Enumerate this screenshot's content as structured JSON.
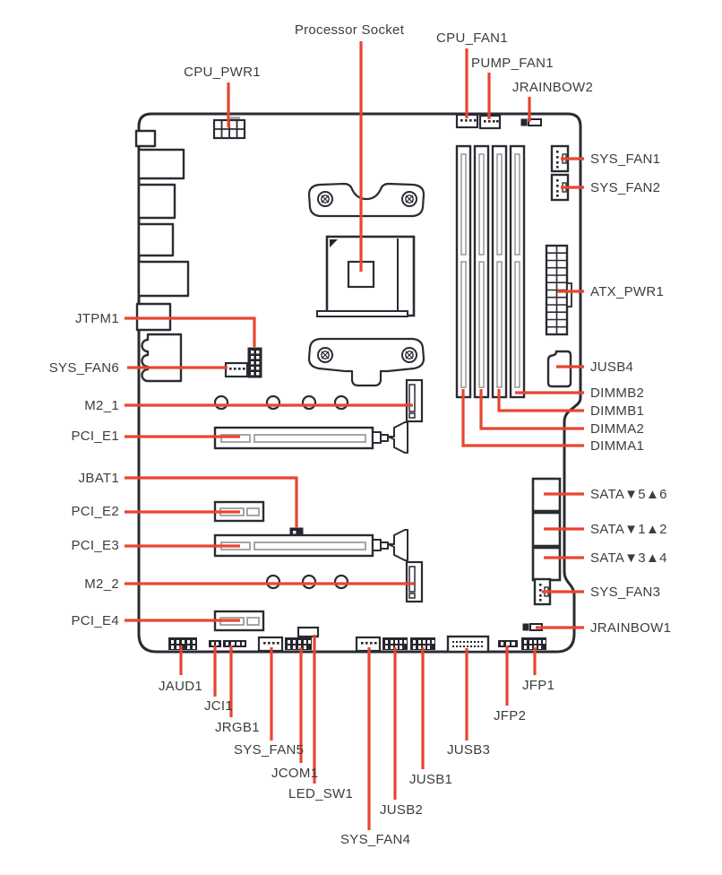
{
  "diagram": {
    "kind": "motherboard-connector-overview",
    "colors": {
      "leader_line": "#e9452f",
      "outline": "#2b2b33",
      "text": "#3d3d3c",
      "connector_fill": "#26262e",
      "inner_gray": "#9c9c9c"
    },
    "labels": {
      "top": [
        {
          "id": "cpu-pwr1",
          "text": "CPU_PWR1"
        },
        {
          "id": "processor-socket",
          "text": "Processor Socket"
        },
        {
          "id": "cpu-fan1",
          "text": "CPU_FAN1"
        },
        {
          "id": "pump-fan1",
          "text": "PUMP_FAN1"
        },
        {
          "id": "jrainbow2",
          "text": "JRAINBOW2"
        }
      ],
      "right": [
        {
          "id": "sys-fan1",
          "text": "SYS_FAN1"
        },
        {
          "id": "sys-fan2",
          "text": "SYS_FAN2"
        },
        {
          "id": "atx-pwr1",
          "text": "ATX_PWR1"
        },
        {
          "id": "jusb4",
          "text": "JUSB4"
        },
        {
          "id": "dimmb2",
          "text": "DIMMB2"
        },
        {
          "id": "dimmb1",
          "text": "DIMMB1"
        },
        {
          "id": "dimma2",
          "text": "DIMMA2"
        },
        {
          "id": "dimma1",
          "text": "DIMMA1"
        },
        {
          "id": "sata-5-6",
          "text": "SATA▼5▲6"
        },
        {
          "id": "sata-1-2",
          "text": "SATA▼1▲2"
        },
        {
          "id": "sata-3-4",
          "text": "SATA▼3▲4"
        },
        {
          "id": "sys-fan3",
          "text": "SYS_FAN3"
        },
        {
          "id": "jrainbow1",
          "text": "JRAINBOW1"
        }
      ],
      "left": [
        {
          "id": "jtpm1",
          "text": "JTPM1"
        },
        {
          "id": "sys-fan6",
          "text": "SYS_FAN6"
        },
        {
          "id": "m2-1",
          "text": "M2_1"
        },
        {
          "id": "pci-e1",
          "text": "PCI_E1"
        },
        {
          "id": "jbat1",
          "text": "JBAT1"
        },
        {
          "id": "pci-e2",
          "text": "PCI_E2"
        },
        {
          "id": "pci-e3",
          "text": "PCI_E3"
        },
        {
          "id": "m2-2",
          "text": "M2_2"
        },
        {
          "id": "pci-e4",
          "text": "PCI_E4"
        }
      ],
      "bottom": [
        {
          "id": "jaud1",
          "text": "JAUD1"
        },
        {
          "id": "jci1",
          "text": "JCI1"
        },
        {
          "id": "jrgb1",
          "text": "JRGB1"
        },
        {
          "id": "sys-fan5",
          "text": "SYS_FAN5"
        },
        {
          "id": "jcom1",
          "text": "JCOM1"
        },
        {
          "id": "led-sw1",
          "text": "LED_SW1"
        },
        {
          "id": "sys-fan4",
          "text": "SYS_FAN4"
        },
        {
          "id": "jusb2",
          "text": "JUSB2"
        },
        {
          "id": "jusb1",
          "text": "JUSB1"
        },
        {
          "id": "jusb3",
          "text": "JUSB3"
        },
        {
          "id": "jfp2",
          "text": "JFP2"
        },
        {
          "id": "jfp1",
          "text": "JFP1"
        }
      ]
    }
  }
}
